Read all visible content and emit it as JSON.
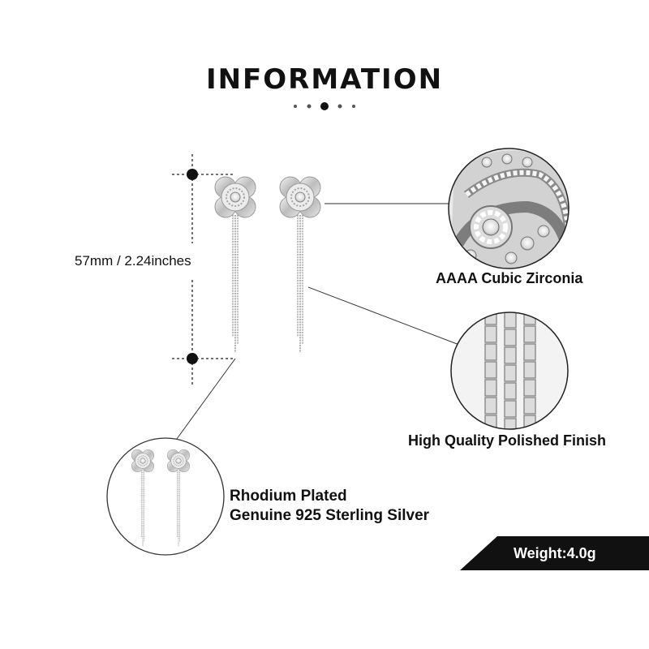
{
  "header": {
    "title": "INFORMATION"
  },
  "dimension": {
    "text": "57mm / 2.24inches"
  },
  "features": {
    "zirconia": "AAAA Cubic Zirconia",
    "finish": "High Quality Polished Finish",
    "plating_line1": "Rhodium Plated",
    "plating_line2": "Genuine 925 Sterling Silver"
  },
  "weight": {
    "text": "Weight:4.0g"
  },
  "colors": {
    "text": "#111111",
    "silver": "#c9c9c9",
    "badge": "#111111"
  }
}
